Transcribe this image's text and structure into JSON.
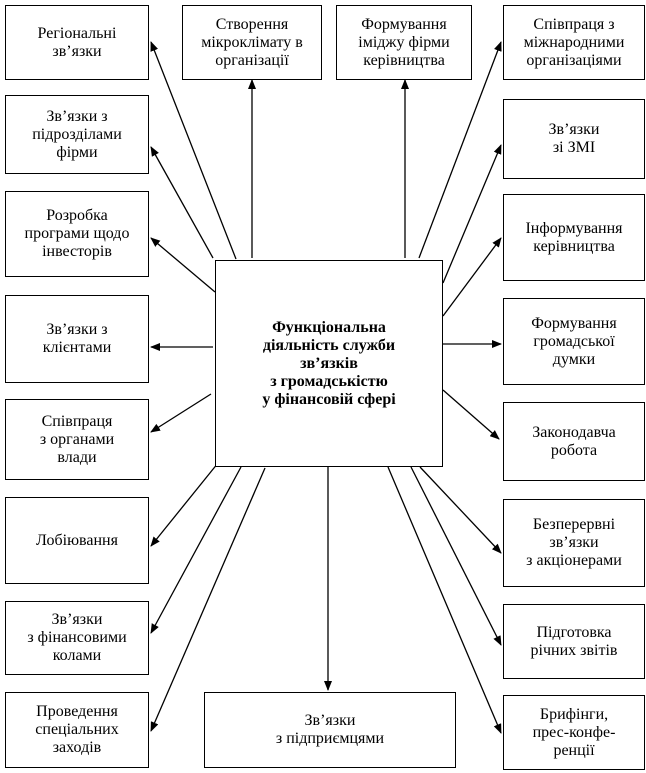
{
  "center": "Функціональна\nдіяльність служби\nзв’язків\nз громадськістю\nу фінансовій сфері",
  "left": [
    "Регіональні\nзв’язки",
    "Зв’язки з\nпідрозділами\nфірми",
    "Розробка\nпрограми щодо\nінвесторів",
    "Зв’язки з\nклієнтами",
    "Співпраця\nз органами\nвлади",
    "Лобіювання",
    "Зв’язки\nз фінансовими\nколами",
    "Проведення\nспеціальних\nзаходів"
  ],
  "top": [
    "Створення\nмікроклімату в\nорганізації",
    "Формування\nіміджу фірми\nкерівництва"
  ],
  "right": [
    "Співпраця з\nміжнародними\nорганізаціями",
    "Зв’язки\nзі ЗМІ",
    "Інформування\nкерівництва",
    "Формування\nгромадської\nдумки",
    "Законодавча\nробота",
    "Безперервні\nзв’язки\nз акціонерами",
    "Підготовка\nрічних звітів",
    "Брифінги,\nпрес-конфе-\nренції"
  ],
  "bottom": "Зв’язки\nз підприємцями"
}
